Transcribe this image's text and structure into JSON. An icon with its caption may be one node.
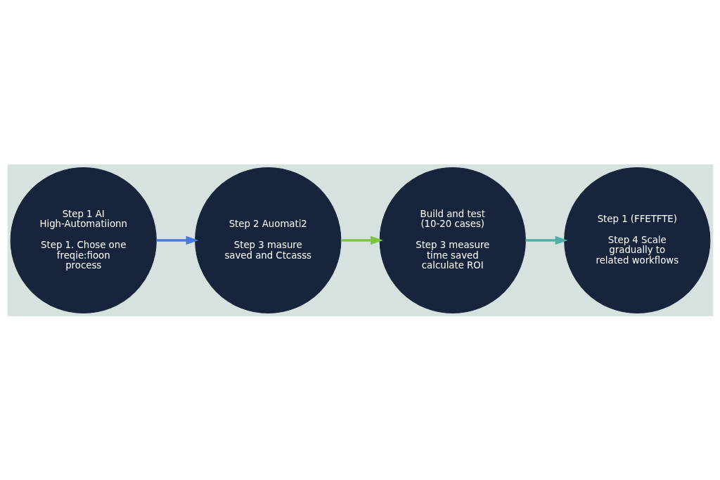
{
  "diagram": {
    "nodes": [
      {
        "text": [
          "Step 1 AI High-Automatiionn",
          "Step 1. Chose one freqie:fioon process"
        ]
      },
      {
        "text": [
          "Step 2 Auomati2",
          "Step 3 masure saved and Ctcasss"
        ]
      },
      {
        "text": [
          "Build and test (10-20 cases)",
          "Step 3 measure time saved calculate ROI"
        ]
      },
      {
        "text": [
          "Step 1 (FFETFTE)",
          "Step 4 Scale gradually to related workflows"
        ]
      }
    ],
    "edges": [
      {
        "from": 0,
        "to": 1,
        "arrow": "to",
        "color": "#4a78e0"
      },
      {
        "from": 1,
        "to": 2,
        "arrow": "to",
        "color": "#7cc442"
      },
      {
        "from": 2,
        "to": 3,
        "arrow": "to",
        "color": "#4fb0a8"
      }
    ]
  }
}
